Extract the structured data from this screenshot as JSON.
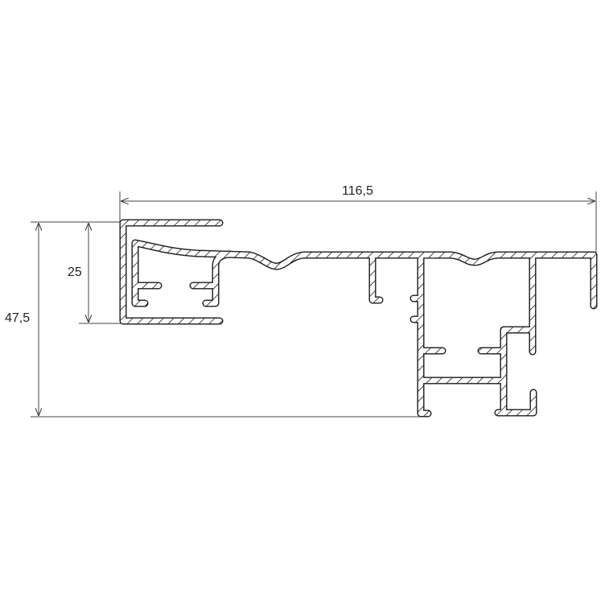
{
  "drawing": {
    "type": "aluminium profile cross-section",
    "dimensions": {
      "width": "116,5",
      "inner_height": "25",
      "total_height": "47,5"
    },
    "colors": {
      "line": "#1a1a1a",
      "background": "#ffffff"
    }
  }
}
